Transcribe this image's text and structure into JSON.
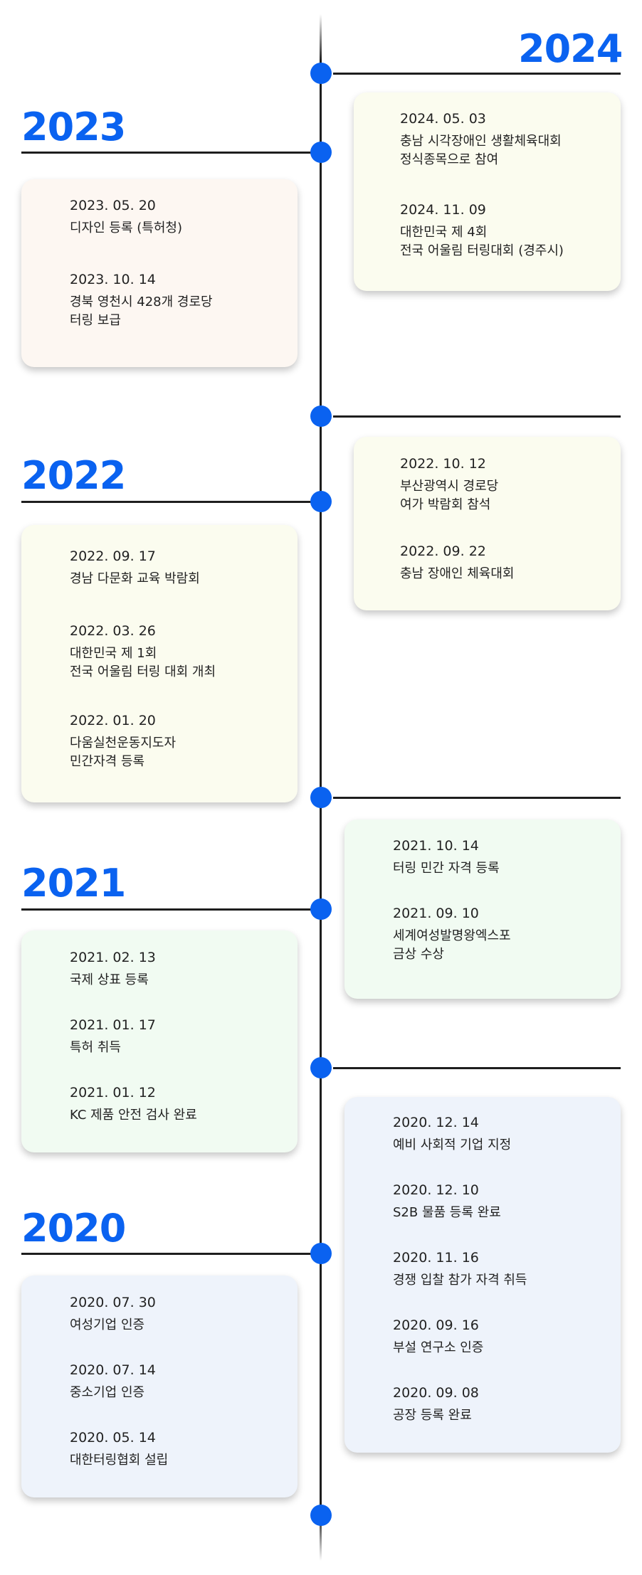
{
  "colors": {
    "accent": "#0a62f0",
    "card_2023": "#fdf7f2",
    "card_2024": "#fbfcef",
    "card_2022": "#fbfcef",
    "card_2021": "#f1fbf2",
    "card_2020": "#eef3fb"
  },
  "years": {
    "y2024": "2024",
    "y2023": "2023",
    "y2022": "2022",
    "y2021": "2021",
    "y2020": "2020"
  },
  "entries": {
    "e2024_1": {
      "date": "2024. 05. 03",
      "desc": "충남 시각장애인 생활체육대회\n정식종목으로 참여"
    },
    "e2024_2": {
      "date": "2024. 11. 09",
      "desc": "대한민국 제 4회\n전국 어울림 터링대회 (경주시)"
    },
    "e2023_1": {
      "date": "2023. 05. 20",
      "desc": "디자인 등록 (특허청)"
    },
    "e2023_2": {
      "date": "2023. 10. 14",
      "desc": "경북 영천시 428개 경로당\n터링 보급"
    },
    "e2022r_1": {
      "date": "2022. 10. 12",
      "desc": "부산광역시 경로당\n여가 박람회 참석"
    },
    "e2022r_2": {
      "date": "2022. 09. 22",
      "desc": "충남 장애인 체육대회"
    },
    "e2022_1": {
      "date": "2022. 09. 17",
      "desc": "경남 다문화 교육 박람회"
    },
    "e2022_2": {
      "date": "2022. 03. 26",
      "desc": "대한민국 제 1회\n전국 어울림 터링 대회 개최"
    },
    "e2022_3": {
      "date": "2022. 01. 20",
      "desc": "다움실천운동지도자\n민간자격 등록"
    },
    "e2021r_1": {
      "date": "2021. 10. 14",
      "desc": "터링 민간 자격 등록"
    },
    "e2021r_2": {
      "date": "2021. 09. 10",
      "desc": "세계여성발명왕엑스포\n금상 수상"
    },
    "e2021_1": {
      "date": "2021. 02. 13",
      "desc": "국제 상표 등록"
    },
    "e2021_2": {
      "date": "2021. 01. 17",
      "desc": "특허 취득"
    },
    "e2021_3": {
      "date": "2021. 01. 12",
      "desc": "KC 제품 안전 검사 완료"
    },
    "e2020r_1": {
      "date": "2020. 12. 14",
      "desc": "예비 사회적 기업 지정"
    },
    "e2020r_2": {
      "date": "2020. 12. 10",
      "desc": "S2B 물품 등록 완료"
    },
    "e2020r_3": {
      "date": "2020. 11. 16",
      "desc": "경쟁 입찰 참가 자격 취득"
    },
    "e2020r_4": {
      "date": "2020. 09. 16",
      "desc": "부설 연구소 인증"
    },
    "e2020r_5": {
      "date": "2020. 09. 08",
      "desc": "공장 등록 완료"
    },
    "e2020_1": {
      "date": "2020. 07. 30",
      "desc": "여성기업 인증"
    },
    "e2020_2": {
      "date": "2020. 07. 14",
      "desc": "중소기업 인증"
    },
    "e2020_3": {
      "date": "2020. 05. 14",
      "desc": "대한터링협회 설립"
    }
  }
}
